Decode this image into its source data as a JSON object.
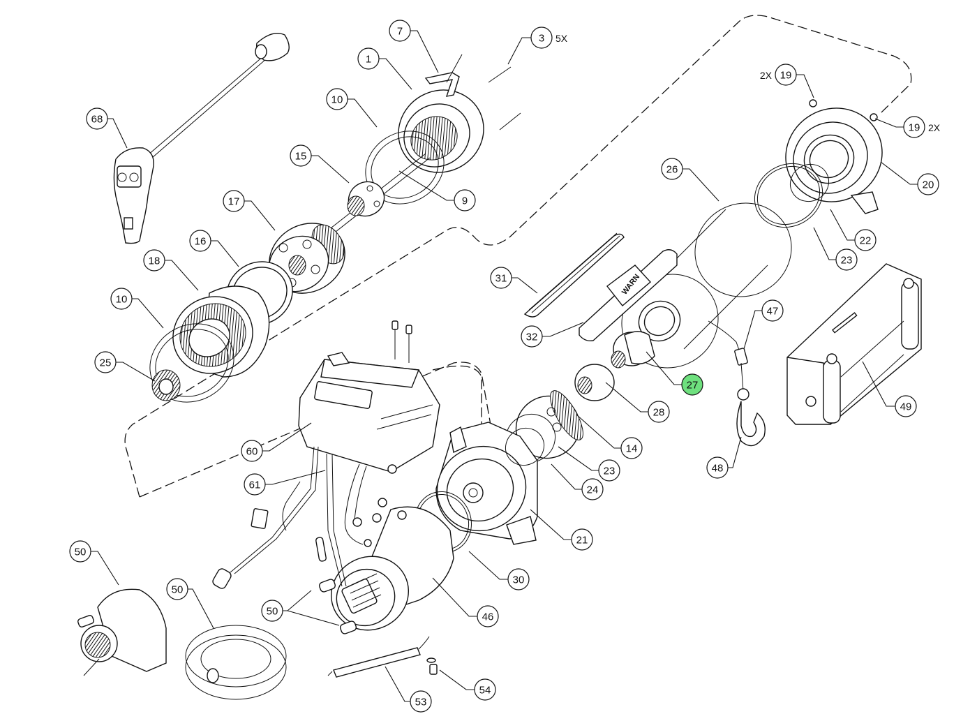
{
  "diagram": {
    "title": "Winch exploded parts view",
    "logo_text": "WARN",
    "highlight_color": "#6ee07e",
    "callouts": [
      {
        "id": "c7",
        "label": "7",
        "qty": "",
        "highlighted": false
      },
      {
        "id": "c3",
        "label": "3",
        "qty": "5X",
        "highlighted": false
      },
      {
        "id": "c1",
        "label": "1",
        "qty": "",
        "highlighted": false
      },
      {
        "id": "c10a",
        "label": "10",
        "qty": "",
        "highlighted": false
      },
      {
        "id": "c68",
        "label": "68",
        "qty": "",
        "highlighted": false
      },
      {
        "id": "c15",
        "label": "15",
        "qty": "",
        "highlighted": false
      },
      {
        "id": "c9",
        "label": "9",
        "qty": "",
        "highlighted": false
      },
      {
        "id": "c17",
        "label": "17",
        "qty": "",
        "highlighted": false
      },
      {
        "id": "c16",
        "label": "16",
        "qty": "",
        "highlighted": false
      },
      {
        "id": "c18",
        "label": "18",
        "qty": "",
        "highlighted": false
      },
      {
        "id": "c10b",
        "label": "10",
        "qty": "",
        "highlighted": false
      },
      {
        "id": "c25",
        "label": "25",
        "qty": "",
        "highlighted": false
      },
      {
        "id": "c19a",
        "label": "19",
        "qty": "2X",
        "highlighted": false
      },
      {
        "id": "c19b",
        "label": "19",
        "qty": "2X",
        "highlighted": false
      },
      {
        "id": "c20",
        "label": "20",
        "qty": "",
        "highlighted": false
      },
      {
        "id": "c26",
        "label": "26",
        "qty": "",
        "highlighted": false
      },
      {
        "id": "c22",
        "label": "22",
        "qty": "",
        "highlighted": false
      },
      {
        "id": "c23a",
        "label": "23",
        "qty": "",
        "highlighted": false
      },
      {
        "id": "c31",
        "label": "31",
        "qty": "",
        "highlighted": false
      },
      {
        "id": "c32",
        "label": "32",
        "qty": "",
        "highlighted": false
      },
      {
        "id": "c47",
        "label": "47",
        "qty": "",
        "highlighted": false
      },
      {
        "id": "c27",
        "label": "27",
        "qty": "",
        "highlighted": true
      },
      {
        "id": "c28",
        "label": "28",
        "qty": "",
        "highlighted": false
      },
      {
        "id": "c49",
        "label": "49",
        "qty": "",
        "highlighted": false
      },
      {
        "id": "c14",
        "label": "14",
        "qty": "",
        "highlighted": false
      },
      {
        "id": "c60",
        "label": "60",
        "qty": "",
        "highlighted": false
      },
      {
        "id": "c23b",
        "label": "23",
        "qty": "",
        "highlighted": false
      },
      {
        "id": "c48",
        "label": "48",
        "qty": "",
        "highlighted": false
      },
      {
        "id": "c24",
        "label": "24",
        "qty": "",
        "highlighted": false
      },
      {
        "id": "c61",
        "label": "61",
        "qty": "",
        "highlighted": false
      },
      {
        "id": "c21",
        "label": "21",
        "qty": "",
        "highlighted": false
      },
      {
        "id": "c50a",
        "label": "50",
        "qty": "",
        "highlighted": false
      },
      {
        "id": "c30",
        "label": "30",
        "qty": "",
        "highlighted": false
      },
      {
        "id": "c50b",
        "label": "50",
        "qty": "",
        "highlighted": false
      },
      {
        "id": "c50c",
        "label": "50",
        "qty": "",
        "highlighted": false
      },
      {
        "id": "c46",
        "label": "46",
        "qty": "",
        "highlighted": false
      },
      {
        "id": "c54",
        "label": "54",
        "qty": "",
        "highlighted": false
      },
      {
        "id": "c53",
        "label": "53",
        "qty": "",
        "highlighted": false
      }
    ]
  }
}
